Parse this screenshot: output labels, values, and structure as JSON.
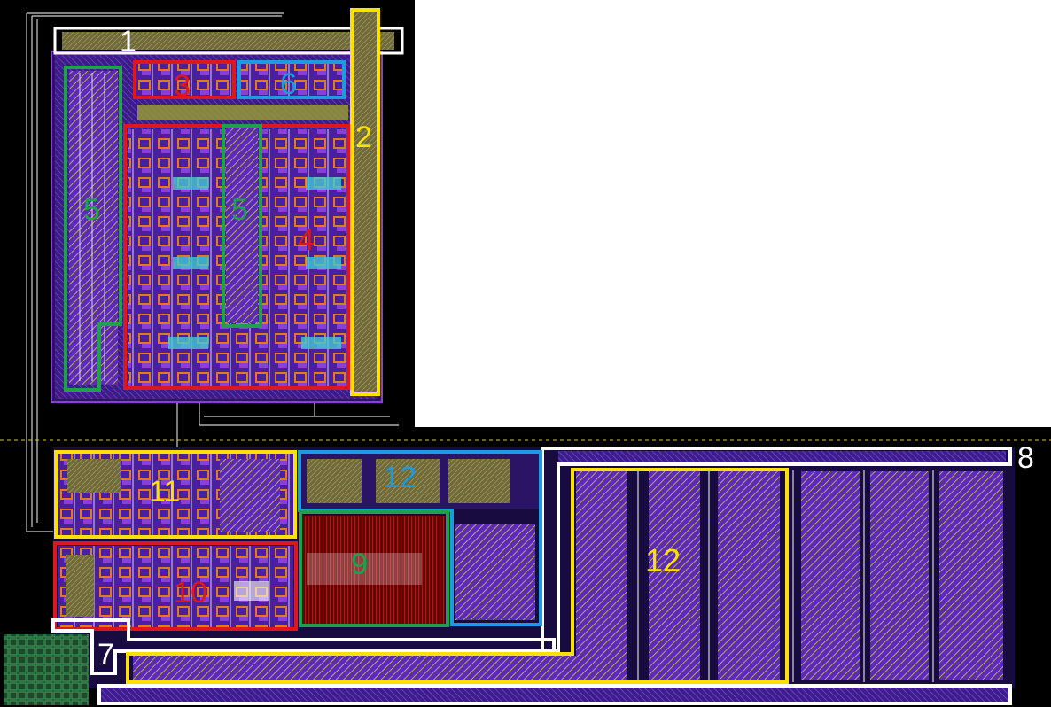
{
  "colors": {
    "background": "#000000",
    "canvas_outside": "#ffffff",
    "outline_white": "#ffffff",
    "outline_yellow": "#ffe000",
    "outline_red": "#e0161b",
    "outline_blue": "#1e9be0",
    "outline_green": "#1fa04a",
    "metal_purple": "#5b2bb5",
    "metal_violet": "#8a3fd6",
    "hatch_olive": "#8f8a4e",
    "hatch_tan": "#b7a36a",
    "orange": "#e07a1a",
    "cyan": "#42c9d4",
    "dark_red": "#7a1010"
  },
  "labels": {
    "l1": "1",
    "l2": "2",
    "l3": "3",
    "l4": "4",
    "l5a": "5",
    "l5b": "5",
    "l6": "6",
    "l7": "7",
    "l8": "8",
    "l9": "9",
    "l10": "10",
    "l11": "11",
    "l12a": "12",
    "l12b": "12"
  }
}
